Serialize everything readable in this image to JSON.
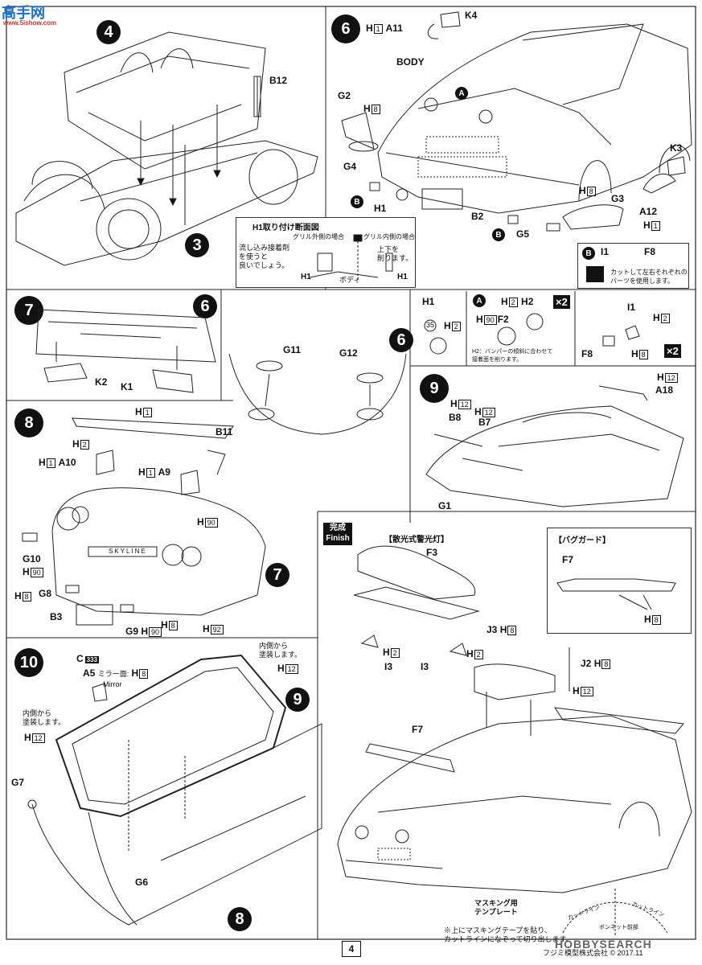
{
  "watermark_top": {
    "cn": "高手网",
    "url": "www.5ishow.com"
  },
  "watermark_bottom": "HOBBYSEARCH",
  "footer": {
    "page": "4",
    "copyright": "フジミ模型株式会社 © 2017.11"
  },
  "step3": {
    "numbers": [
      "4",
      "3"
    ],
    "labels": {
      "b12": "B12"
    }
  },
  "step6": {
    "number": "6",
    "labels": {
      "h1": "H",
      "h1n": "1",
      "a11": "A11",
      "k4": "K4",
      "body": "BODY",
      "a": "A",
      "g2": "G2",
      "h8a": "8",
      "g4": "G4",
      "b1": "B",
      "h1b": "H1",
      "b2": "B2",
      "b3": "B",
      "g5": "G5",
      "g3": "G3",
      "h8b": "8",
      "k3": "K3",
      "a12": "A12",
      "h1c": "1"
    }
  },
  "h1_section": {
    "title": "H1取り付け断面図",
    "outer_grille": "グリル外側の場合",
    "inner_grille": "グリル内側の場合",
    "left_note": "流し込み接着剤\nを使うと\n良いでしょう。",
    "right_note": "上下を\n削ります。",
    "h1_left": "H1",
    "body": "ボディ",
    "h1_right": "H1"
  },
  "i1_section": {
    "i1": "I1",
    "f8": "F8",
    "note": "カットして左右それぞれの\nパーツを使用します。",
    "b": "B"
  },
  "step7": {
    "number": "7",
    "six": "6",
    "k2": "K2",
    "k1": "K1"
  },
  "g11_section": {
    "g11": "G11",
    "g12": "G12",
    "six": "6"
  },
  "h1_detail": {
    "h1": "H1",
    "num35": "35",
    "h2": "2",
    "a": "A",
    "h2top": "2",
    "h2label": "H2",
    "h90": "90",
    "f2": "F2",
    "x2": "×2",
    "note": "H2：バンパーの傾斜に合わせて\n接着面を削ります。",
    "i1": "I1",
    "h2r": "2",
    "f8": "F8",
    "h8": "8",
    "x2b": "×2"
  },
  "step8": {
    "number": "8",
    "labels": {
      "h1a": "1",
      "h2": "2",
      "a10": "A10",
      "h1b": "1",
      "b11": "B11",
      "h1c": "1",
      "a9": "A9",
      "h90a": "90",
      "g10": "G10",
      "h90b": "90",
      "h8a": "8",
      "g8": "G8",
      "b3": "B3",
      "g9": "G9",
      "h90c": "90",
      "h8b": "8",
      "h92": "92",
      "seven": "7",
      "plate": "SKYLINE"
    }
  },
  "step9": {
    "number": "9",
    "labels": {
      "h12a": "12",
      "a18": "A18",
      "h12b": "12",
      "b8": "B8",
      "h12c": "12",
      "b7": "B7",
      "g1": "G1"
    }
  },
  "finish": {
    "title": "完成",
    "sub": "Finish",
    "lightbar": "【散光式警光灯】",
    "f3": "F3",
    "j3": "J3",
    "h8": "8",
    "h2a": "2",
    "i3a": "I3",
    "h2b": "2",
    "i3b": "I3",
    "bugguard": "【バグガード】",
    "f7": "F7",
    "h8b": "8",
    "j2": "J2",
    "h8c": "8",
    "h12": "12",
    "f7b": "F7",
    "masking": "マスキング用\nテンプレート",
    "note": "※上にマスキングテープを貼り、\nカットラインになぞって切り出します。",
    "cutline1": "カットライン",
    "cutline2": "カットライン",
    "bonnet": "ボンネット前部"
  },
  "step10": {
    "number": "10",
    "c": "C",
    "c_code": "333",
    "a5": "A5",
    "mirror_jp": "ミラー面:",
    "h8": "8",
    "mirror": "Mirror",
    "inner1": "内側から\n塗装します。",
    "h12a": "12",
    "inner2": "内側から\n塗装します。",
    "h12b": "12",
    "nine": "9",
    "g7": "G7",
    "g6": "G6",
    "eight": "8"
  }
}
